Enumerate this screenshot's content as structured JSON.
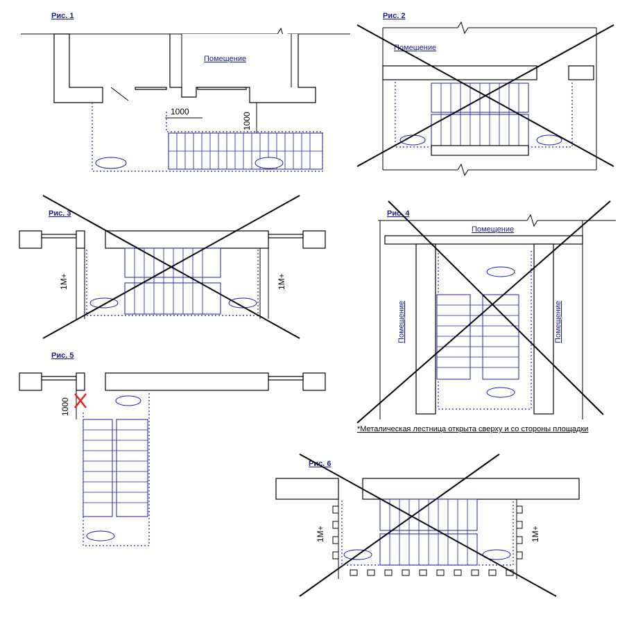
{
  "figures": [
    {
      "id": "fig1",
      "label": "Рис. 1",
      "crossed": false
    },
    {
      "id": "fig2",
      "label": "Рис. 2",
      "crossed": true
    },
    {
      "id": "fig3",
      "label": "Рис. 3",
      "crossed": true
    },
    {
      "id": "fig4",
      "label": "Рис. 4",
      "crossed": true
    },
    {
      "id": "fig5",
      "label": "Рис. 5",
      "crossed": false
    },
    {
      "id": "fig6",
      "label": "Рис. 6",
      "crossed": true
    }
  ],
  "texts": {
    "room": "Помещение",
    "dim_1000": "1000",
    "exit_width": "1М+",
    "note": "*Металическая лестница открыта сверху и со стороны площадки"
  },
  "colors": {
    "blueprint": "#1a1aa8",
    "red_mark": "#e02020",
    "wall": "#000000"
  }
}
